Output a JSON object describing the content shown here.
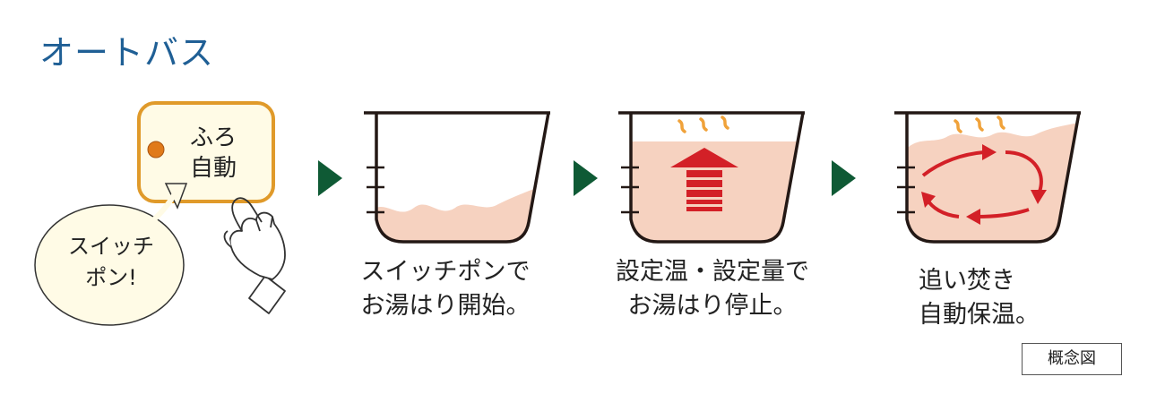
{
  "title": "オートバス",
  "button": {
    "line1": "ふろ",
    "line2": "自動",
    "indicator_color": "#e07a1a",
    "frame_color": "#e09a2a"
  },
  "bubble": {
    "line1": "スイッチ",
    "line2": "ポン!"
  },
  "steps": [
    {
      "line1": "スイッチポンで",
      "line2": "お湯はり開始。"
    },
    {
      "line1": "設定温・設定量で",
      "line2": "お湯はり停止。"
    },
    {
      "line1": "追い焚き",
      "line2": "自動保温。"
    }
  ],
  "badge": "概念図",
  "colors": {
    "water": "#f6d2c0",
    "arrow_red": "#d32027",
    "steam": "#f0a23a",
    "play_arrow": "#0f5a35",
    "title": "#1f5f95"
  }
}
